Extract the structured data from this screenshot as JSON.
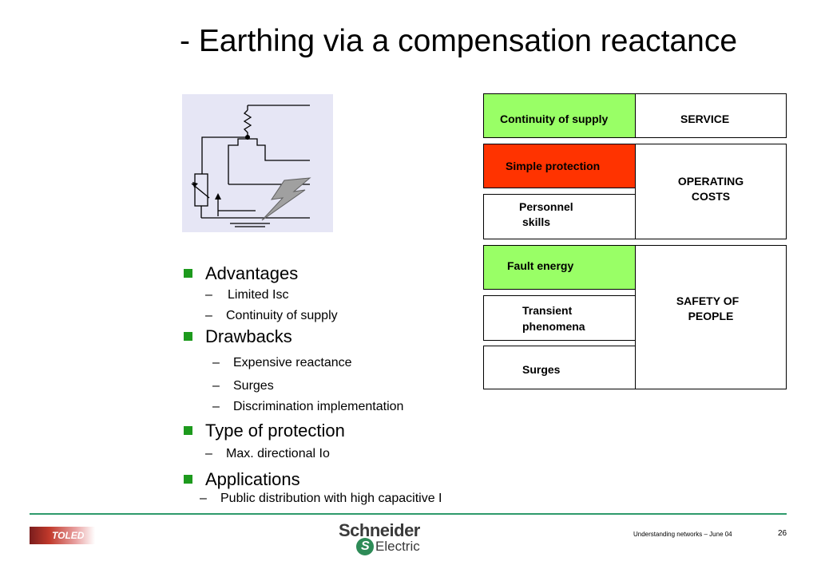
{
  "title": "- Earthing via a compensation reactance",
  "bullets": {
    "advantages": {
      "label": "Advantages",
      "items": [
        "Limited Isc",
        "Continuity of supply"
      ]
    },
    "drawbacks": {
      "label": "Drawbacks",
      "items": [
        "Expensive reactance",
        "Surges",
        "Discrimination implementation"
      ]
    },
    "protection": {
      "label": "Type of protection",
      "items": [
        "Max. directional Io"
      ]
    },
    "applications": {
      "label": "Applications",
      "items": [
        "Public distribution with high capacitive I"
      ]
    }
  },
  "table": {
    "continuity": "Continuity of supply",
    "service": "SERVICE",
    "simple_protection": "Simple protection",
    "personnel": [
      "Personnel",
      "skills"
    ],
    "operating": [
      "OPERATING",
      "COSTS"
    ],
    "fault_energy": "Fault energy",
    "transient": [
      "Transient",
      "phenomena"
    ],
    "surges": "Surges",
    "safety": [
      "SAFETY OF",
      "PEOPLE"
    ]
  },
  "footer": {
    "logo_left": "TOLED",
    "brand_top": "Schneider",
    "brand_bottom": "Electric",
    "caption": "Understanding networks – June 04",
    "page": "26"
  },
  "colors": {
    "green": "#99ff66",
    "red": "#ff3300",
    "bullet": "#1d9a1d",
    "footer_line": "#2e9a6c"
  }
}
